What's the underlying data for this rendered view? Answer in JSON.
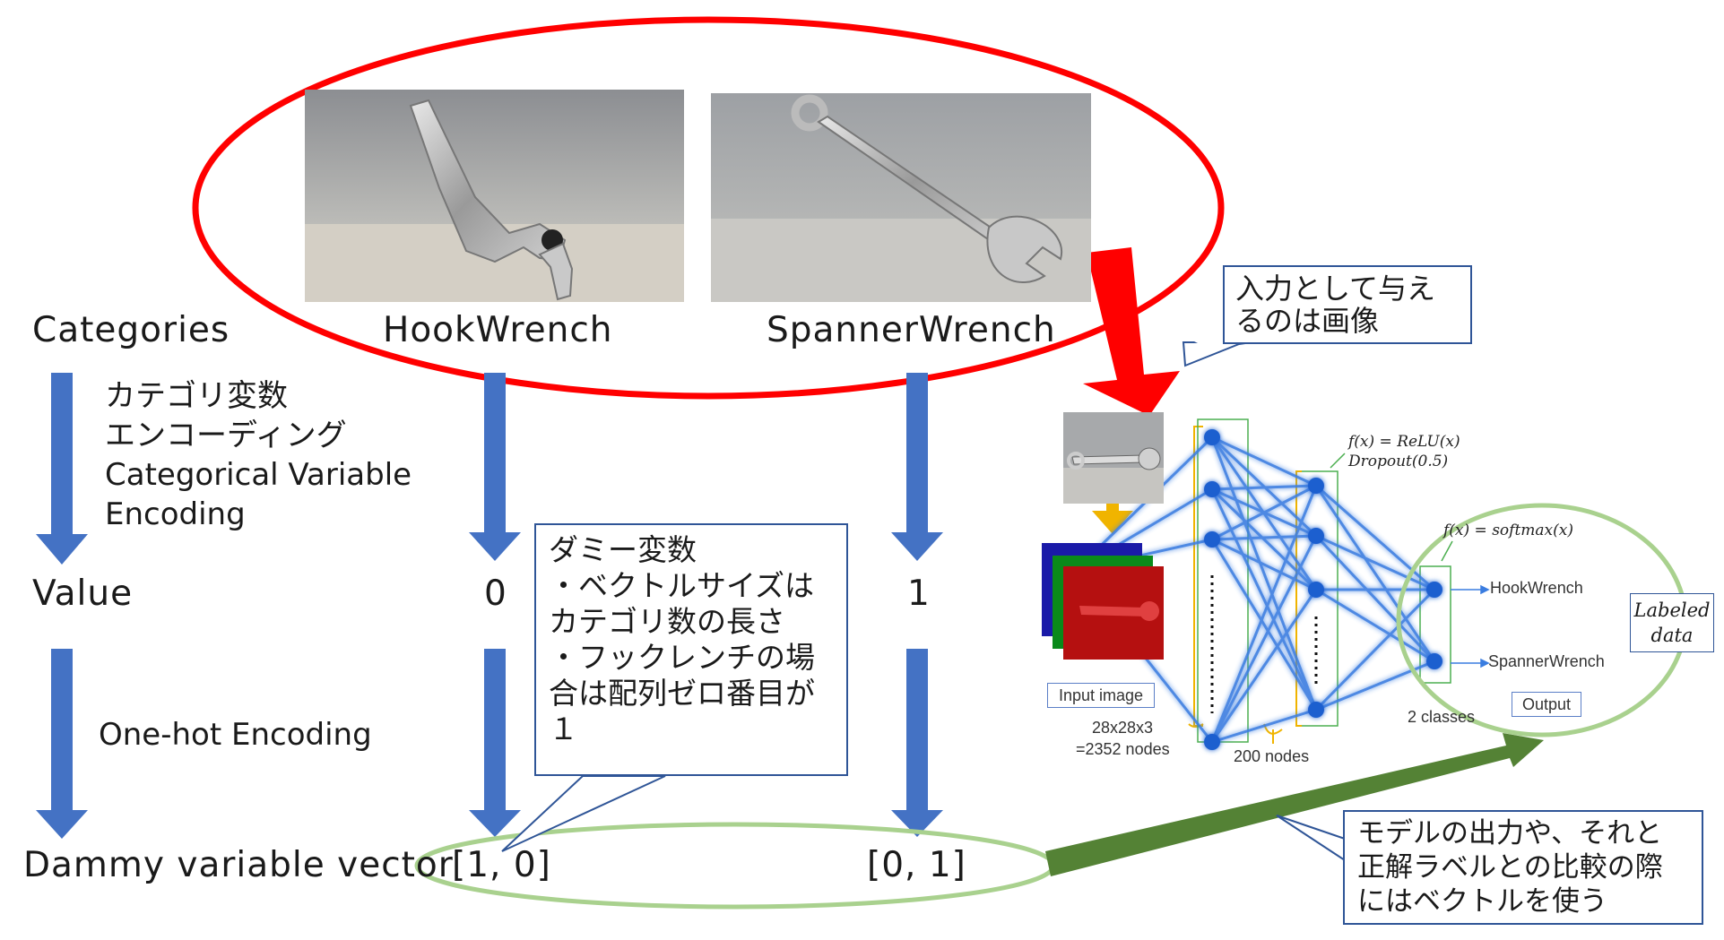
{
  "colors": {
    "red_ellipse": "#ff0000",
    "green": "#a9d18e",
    "dark_green": "#548235",
    "blue_arrow": "#4472c4",
    "callout_border": "#2f5597",
    "nn_line": "#3a7de0"
  },
  "rows": {
    "categories": "Categories",
    "value": "Value",
    "dummy_vector": "Dammy variable vector"
  },
  "classes": {
    "hook": "HookWrench",
    "spanner": "SpannerWrench"
  },
  "values": {
    "hook": "0",
    "spanner": "1"
  },
  "vectors": {
    "hook": "[1, 0]",
    "spanner": "[0, 1]"
  },
  "encoding_label": {
    "line1": "カテゴリ変数",
    "line2": "エンコーディング",
    "line3": "Categorical Variable",
    "line4": "Encoding"
  },
  "onehot_label": "One-hot Encoding",
  "callout_dummy": {
    "l1": "ダミー変数",
    "l2": "・ベクトルサイズは",
    "l3": "カテゴリ数の長さ",
    "l4": "・フックレンチの場",
    "l5": "合は配列ゼロ番目が",
    "l6": "１"
  },
  "callout_input": {
    "l1": "入力として与え",
    "l2": "るのは画像"
  },
  "callout_output": {
    "l1": "モデルの出力や、それと",
    "l2": "正解ラベルとの比較の際",
    "l3": "にはベクトルを使う"
  },
  "network": {
    "input_image_label": "Input image",
    "input_nodes_l1": "28x28x3",
    "input_nodes_l2": "=2352 nodes",
    "hidden_nodes": "200 nodes",
    "activation_l1": "f(x) = ReLU(x)",
    "activation_l2": "Dropout(0.5)",
    "output_activation": "f(x) = softmax(x)",
    "out_hook": "HookWrench",
    "out_spanner": "SpannerWrench",
    "output_label": "Output",
    "classes": "2 classes",
    "labeled_l1": "Labeled",
    "labeled_l2": "data"
  }
}
